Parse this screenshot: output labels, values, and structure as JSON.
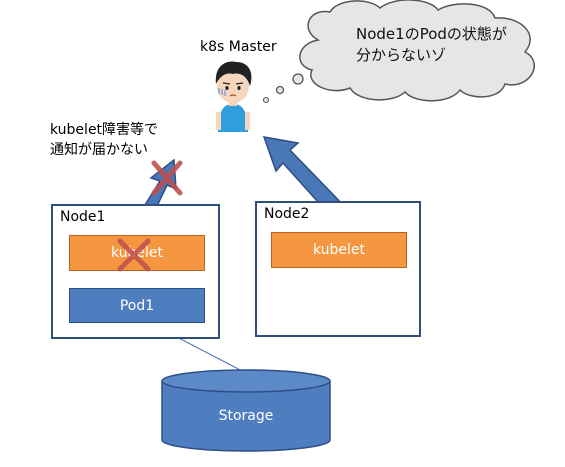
{
  "master_label": "k8s Master",
  "bubble": {
    "line1": "Node1のPodの状態が",
    "line2": "分からないゾ"
  },
  "failure_note": {
    "line1": "kubelet障害等で",
    "line2": "通知が届かない"
  },
  "node1": {
    "title": "Node1",
    "kubelet": "kubelet",
    "pod": "Pod1"
  },
  "node2": {
    "title": "Node2",
    "kubelet": "kubelet"
  },
  "storage": {
    "label": "Storage"
  },
  "colors": {
    "arrow": "#4a77b5",
    "kubelet": "#f59640",
    "pod": "#4f7ec0",
    "storage": "#4f7ec0",
    "cross": "#c0504d",
    "bubble": "#e6e6e6"
  }
}
